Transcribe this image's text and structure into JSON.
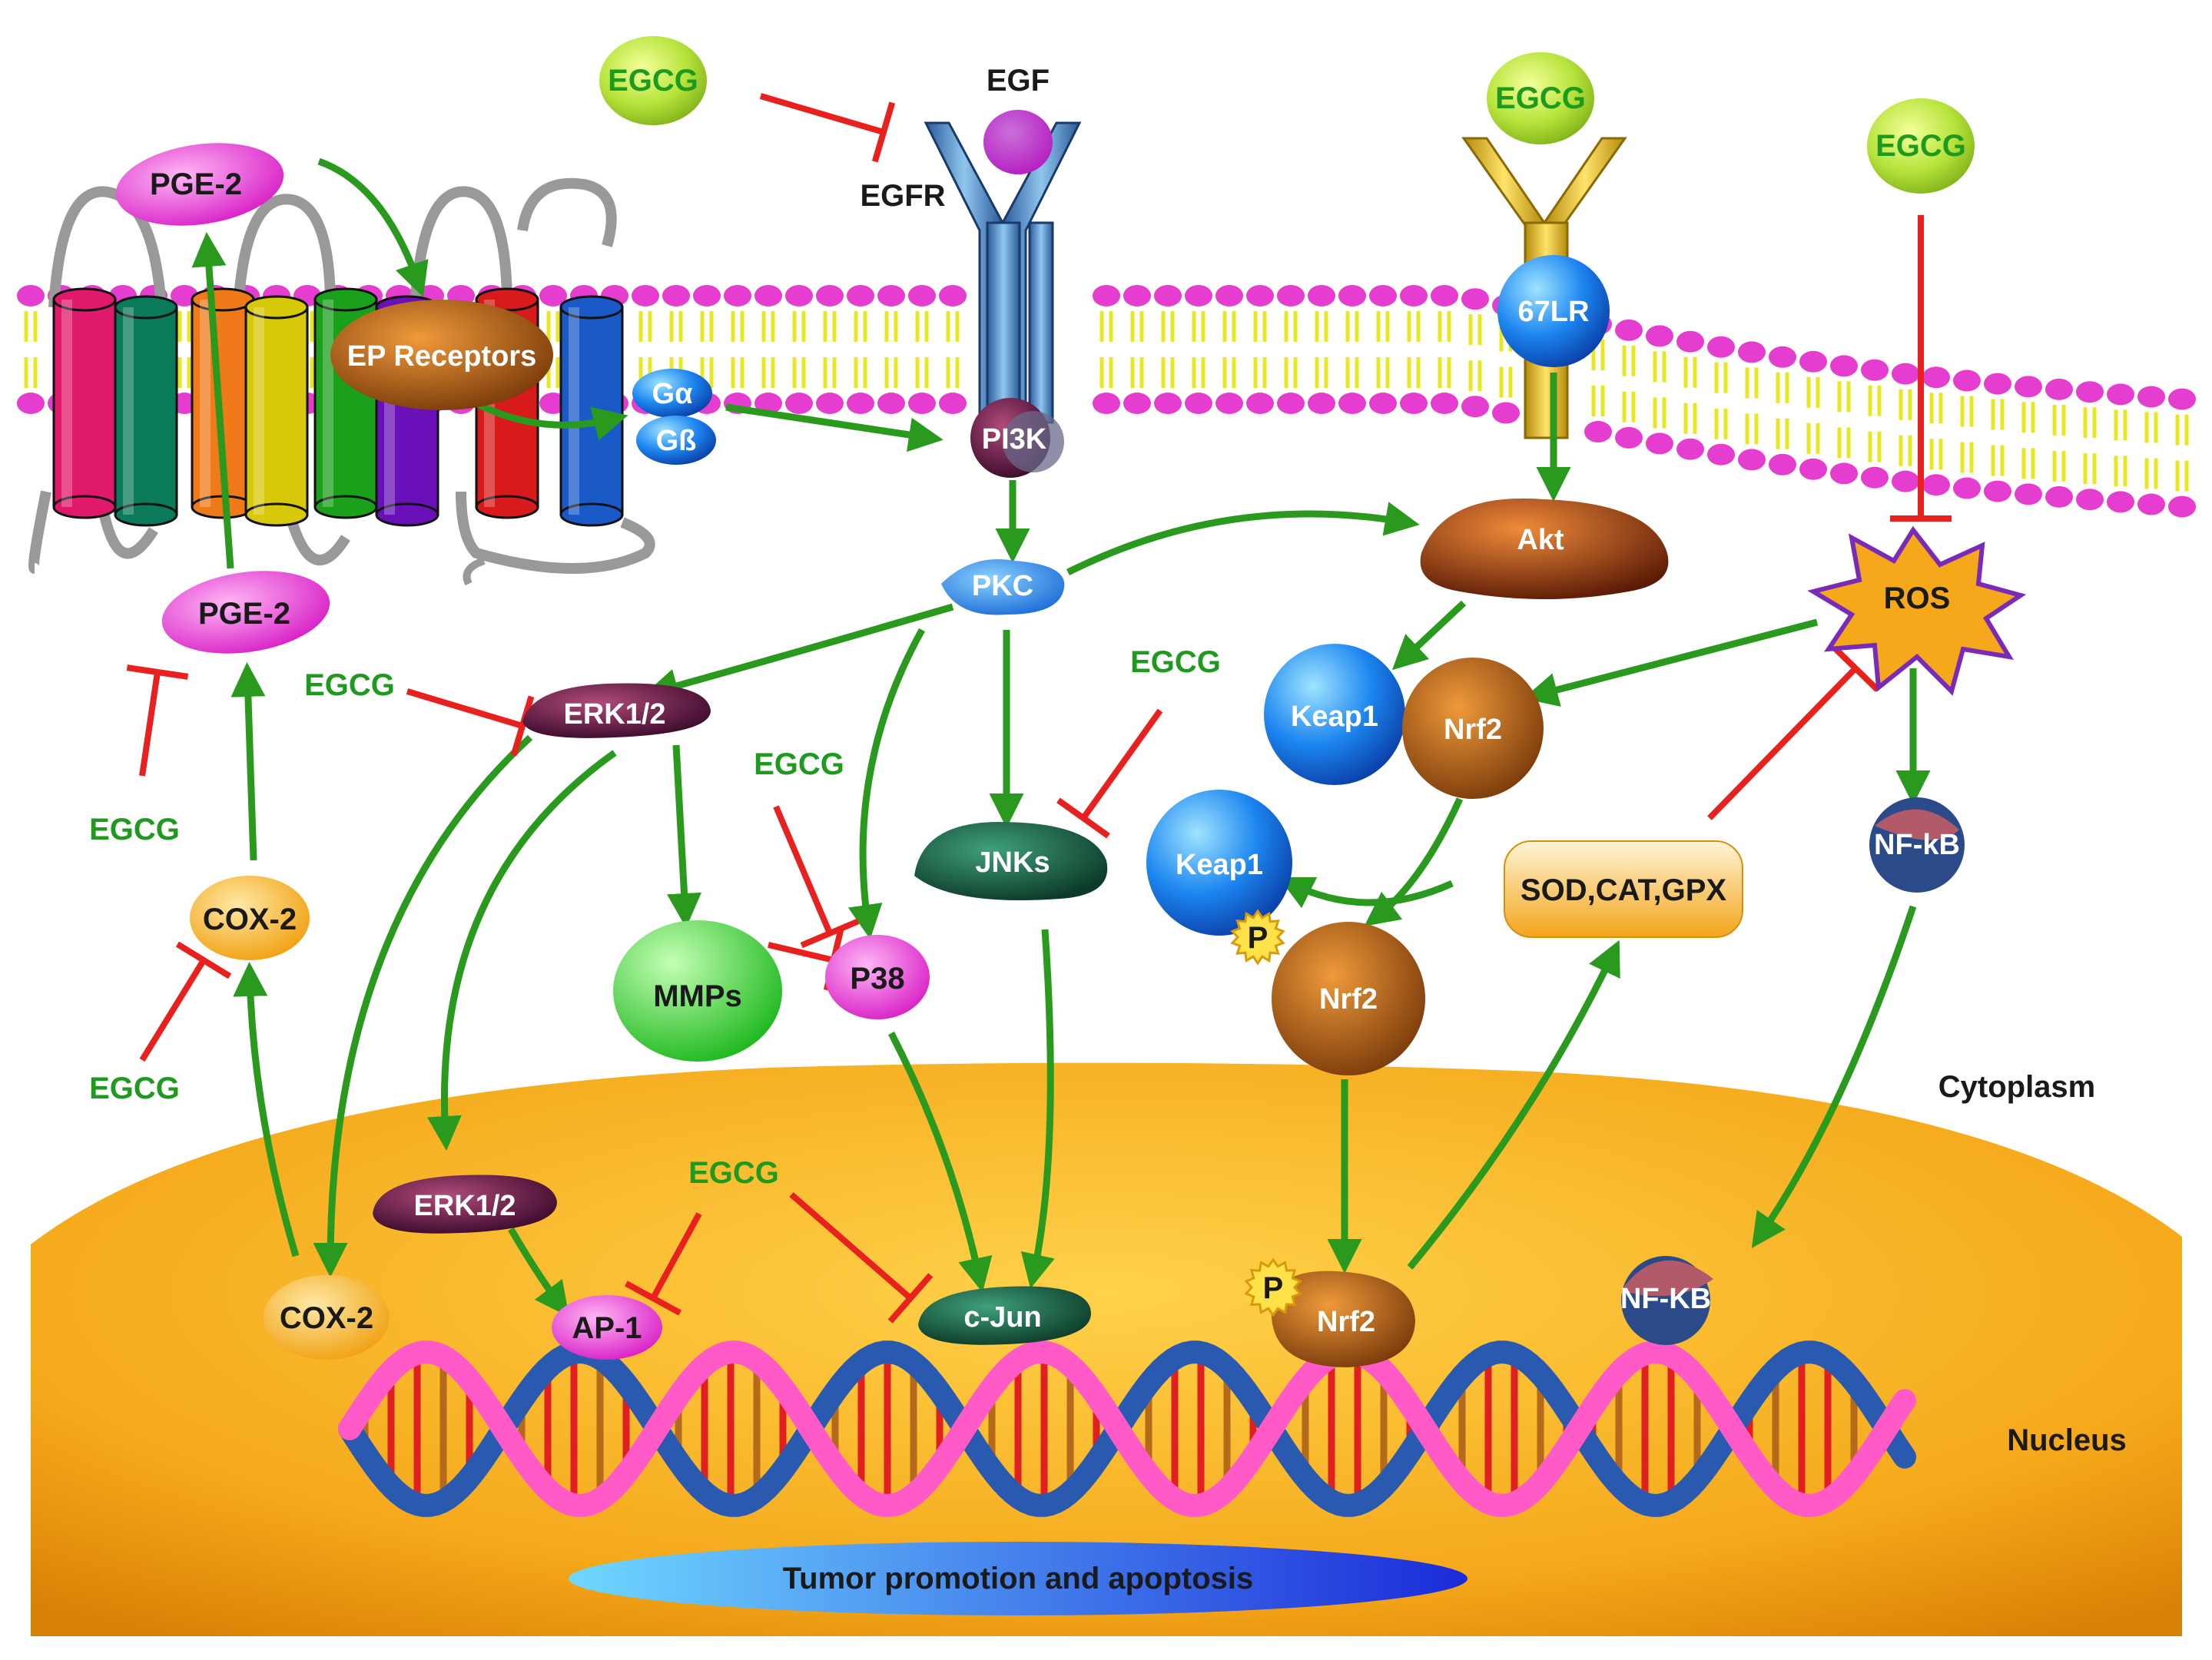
{
  "egcg_label": "EGCG",
  "membrane": {
    "egf": "EGF",
    "egfr": "EGFR",
    "ep_receptors": "EP Receptors",
    "g_alpha": "Gα",
    "g_beta": "Gß",
    "pi3k": "PI3K",
    "lr67": "67LR"
  },
  "cytoplasm_nodes": {
    "pge2_top": "PGE-2",
    "pge2_lower": "PGE-2",
    "cox2": "COX-2",
    "pkc": "PKC",
    "akt": "Akt",
    "ros": "ROS",
    "erk12": "ERK1/2",
    "jnks": "JNKs",
    "p38": "P38",
    "mmps": "MMPs",
    "keap1_a": "Keap1",
    "nrf2_a": "Nrf2",
    "keap1_b": "Keap1",
    "nrf2_b": "Nrf2",
    "phospho": "P",
    "sod": "SOD,CAT,GPX",
    "nfkb": "NF-kB"
  },
  "nucleus_nodes": {
    "erk12": "ERK1/2",
    "cox2": "COX-2",
    "ap1": "AP-1",
    "cjun": "c-Jun",
    "nrf2": "Nrf2",
    "phospho": "P",
    "nfkb": "NF-KB"
  },
  "regions": {
    "cytoplasm": "Cytoplasm",
    "nucleus": "Nucleus"
  },
  "outcome": "Tumor promotion and  apoptosis",
  "colors": {
    "activation_arrow": "#2a9a1f",
    "inhibition_line": "#e8201e",
    "egcg_text": "#1e9a1e",
    "membrane_head": "#e53dcf",
    "membrane_tail": "#e8e820",
    "nucleus": "#f3a21c"
  },
  "icons": [
    "egcg-molecule",
    "receptor-y-shape",
    "7tm-receptor-cylinders",
    "dna-double-helix",
    "phosphate-star",
    "ros-burst"
  ]
}
